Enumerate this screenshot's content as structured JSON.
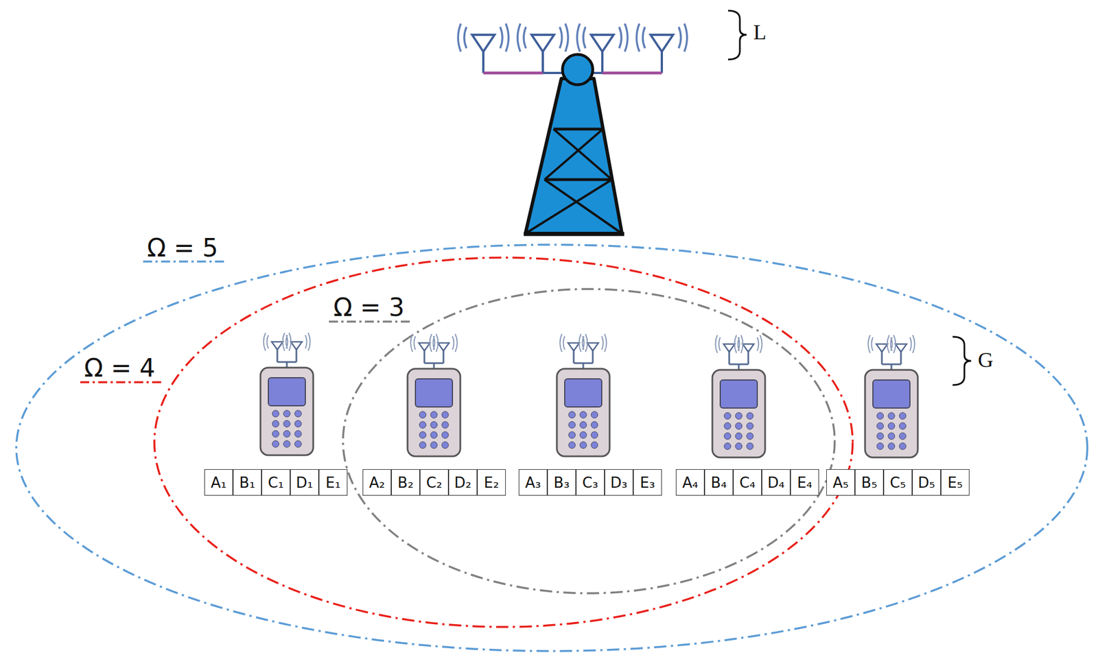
{
  "diagram": {
    "nodes": [
      {
        "text": [
          "A₁"
        ]
      },
      {
        "text": [
          "B₁"
        ]
      },
      {
        "text": [
          "C₁"
        ]
      },
      {
        "text": [
          "D₁"
        ]
      },
      {
        "text": [
          "E₁"
        ]
      },
      {
        "text": [
          "A₂"
        ]
      },
      {
        "text": [
          "B₂"
        ]
      },
      {
        "text": [
          "C₂"
        ]
      },
      {
        "text": [
          "D₂"
        ]
      },
      {
        "text": [
          "E₂"
        ]
      },
      {
        "text": [
          "A₃"
        ]
      },
      {
        "text": [
          "B₃"
        ]
      },
      {
        "text": [
          "C₃"
        ]
      },
      {
        "text": [
          "D₃"
        ]
      },
      {
        "text": [
          "E₃"
        ]
      },
      {
        "text": [
          "A₄"
        ]
      },
      {
        "text": [
          "B₄"
        ]
      },
      {
        "text": [
          "C₄"
        ]
      },
      {
        "text": [
          "D₄"
        ]
      },
      {
        "text": [
          "E₄"
        ]
      },
      {
        "text": [
          "A₅"
        ]
      },
      {
        "text": [
          "B₅"
        ]
      },
      {
        "text": [
          "C₅"
        ]
      },
      {
        "text": [
          "D₅"
        ]
      },
      {
        "text": [
          "E₅"
        ]
      }
    ],
    "labels": [
      "L",
      "Ω = 5",
      "Ω = 3",
      "Ω = 4",
      "G"
    ]
  }
}
